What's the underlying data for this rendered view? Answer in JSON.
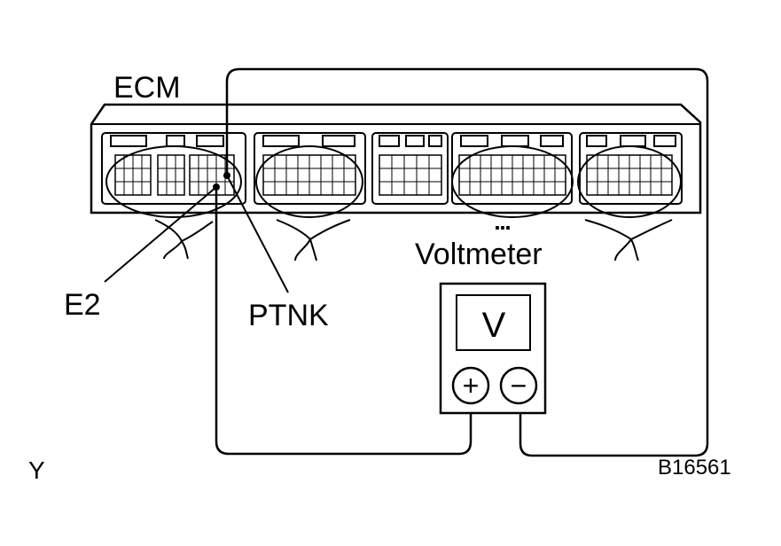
{
  "labels": {
    "ecm": "ECM",
    "e2": "E2",
    "ptnk": "PTNK",
    "voltmeter": "Voltmeter",
    "meter_symbol": "V",
    "plus": "+",
    "minus": "−",
    "corner_mark": "Y",
    "figure_code": "B16561"
  },
  "connectors": [
    {
      "id": "connector-1"
    },
    {
      "id": "connector-2"
    },
    {
      "id": "connector-3"
    },
    {
      "id": "connector-4"
    },
    {
      "id": "connector-5"
    }
  ],
  "colors": {
    "line": "#000000",
    "background": "#ffffff"
  }
}
